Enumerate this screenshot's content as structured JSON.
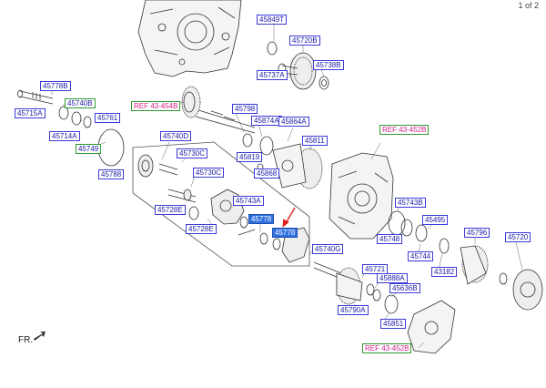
{
  "page_indicator": "1 of 2",
  "front_label": "FR.",
  "labels": {
    "p45849T": "45849T",
    "p45720B": "45720B",
    "p45738B": "45738B",
    "p45737A": "45737A",
    "p45778B": "45778B",
    "p45740B": "45740B",
    "p45715A": "45715A",
    "p45761": "45761",
    "p45714A": "45714A",
    "p45749": "45749",
    "p45788": "45788",
    "p45798": "45798",
    "p45874A": "45874A",
    "p45864A": "45864A",
    "p45811": "45811",
    "p45819": "45819",
    "p45868": "45868",
    "p45740D": "45740D",
    "p45730C_top": "45730C",
    "p45730C": "45730C",
    "p45728E_a": "45728E",
    "p45743A": "45743A",
    "p45728E_b": "45728E",
    "p45778_a": "45778",
    "p45778_b": "45778",
    "p45740G": "45740G",
    "p45743B": "45743B",
    "p45495": "45495",
    "p45748": "45748",
    "p45744": "45744",
    "p45796": "45796",
    "p45720": "45720",
    "p43182": "43182",
    "p45721": "45721",
    "p45888A": "45888A",
    "p45636B": "45636B",
    "p45790A": "45790A",
    "p45851": "45851"
  },
  "references": {
    "ref_454B": "REF 43-454B",
    "ref_452B_top": "REF 43-452B",
    "ref_452B_bottom": "REF 43-452B"
  },
  "colors": {
    "label_text": "#1a1aa8",
    "label_border": "#3a3ad8",
    "highlight_fill": "#2f6fe0",
    "ref_text": "#d0208a",
    "ref_border": "#2e9a2e",
    "arrow": "#e02020",
    "line_art": "#333333"
  }
}
